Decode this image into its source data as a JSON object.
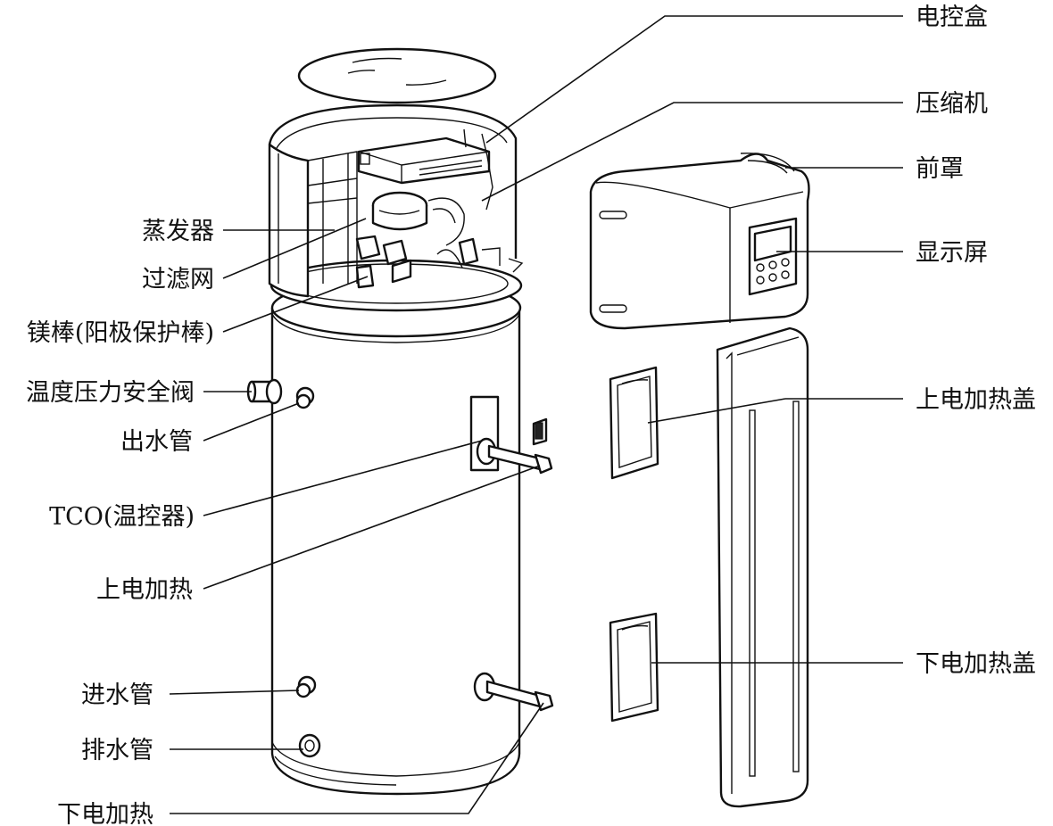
{
  "labels": {
    "electric_control_box": "电控盒",
    "compressor": "压缩机",
    "front_cover": "前罩",
    "display": "显示屏",
    "upper_heater_cover": "上电加热盖",
    "lower_heater_cover": "下电加热盖",
    "evaporator": "蒸发器",
    "filter_screen": "过滤网",
    "magnesium_rod": "镁棒(阳极保护棒)",
    "tp_relief_valve": "温度压力安全阀",
    "outlet_pipe": "出水管",
    "tco": "TCO(温控器)",
    "upper_heater": "上电加热",
    "inlet_pipe": "进水管",
    "drain_pipe": "排水管",
    "lower_heater": "下电加热"
  }
}
